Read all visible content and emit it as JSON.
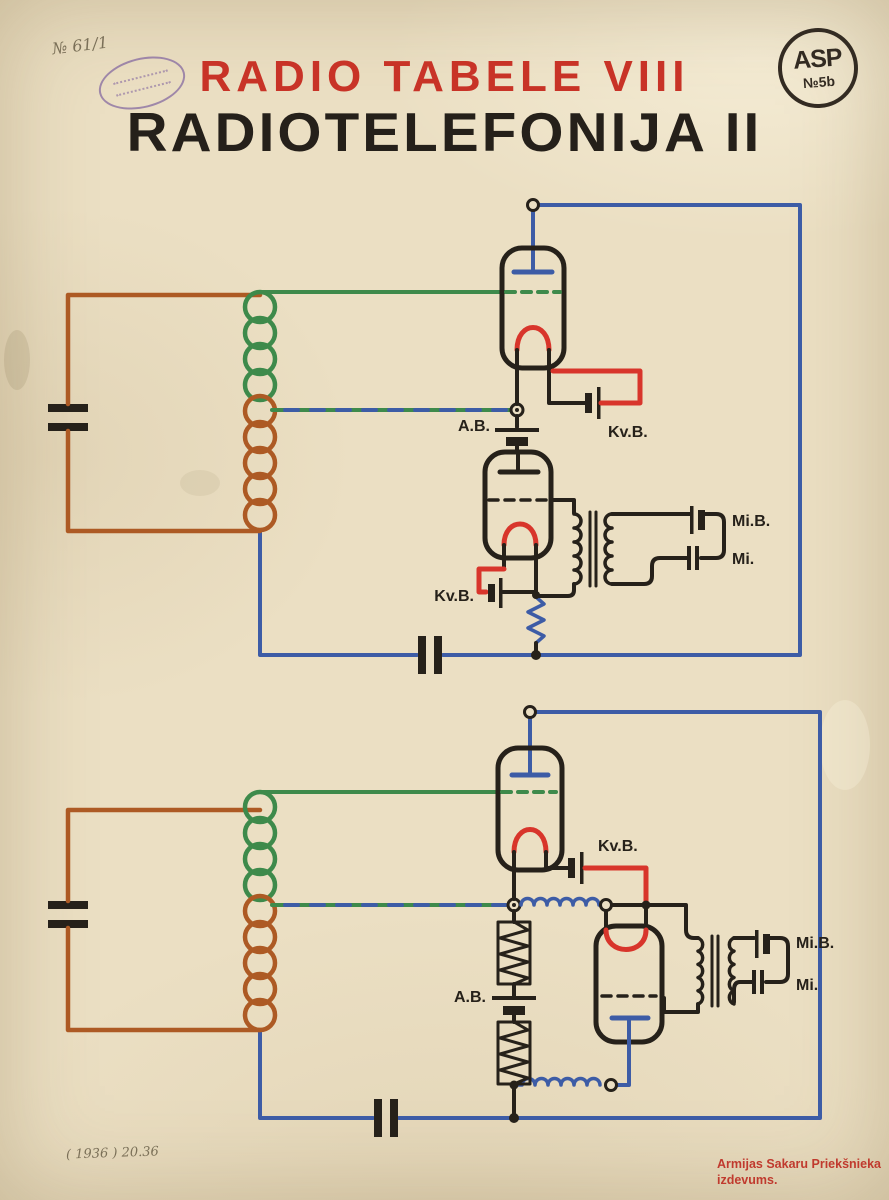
{
  "poster": {
    "handwritten_no": "№ 61/1",
    "title": "RADIO TABELE VIII",
    "subtitle": "RADIOTELEFONIJA II",
    "logo": {
      "monogram": "ASP",
      "number": "№5b"
    },
    "handwritten_date": "( 1936 )  20.36",
    "publisher": {
      "line1": "Armijas Sakaru Priekšnieka",
      "line2": "izdevums."
    }
  },
  "circuit_top": {
    "labels": {
      "ab": "A.B.",
      "kvb_oscillator": "Kv.B.",
      "kvb_modulator": "Kv.B.",
      "mib": "Mi.B.",
      "mi": "Mi."
    }
  },
  "circuit_bottom": {
    "labels": {
      "ab": "A.B.",
      "kvb": "Kv.B.",
      "mib": "Mi.B.",
      "mi": "Mi."
    }
  },
  "colors": {
    "paper": "#ebdfc3",
    "ink": "#26211a",
    "title_red": "#c83327",
    "wire_red": "#d8352b",
    "wire_blue": "#3d5ca6",
    "wire_green": "#3e8a4b",
    "wire_brown": "#ad5a24",
    "stamp_purple": "#7c5f9e"
  }
}
